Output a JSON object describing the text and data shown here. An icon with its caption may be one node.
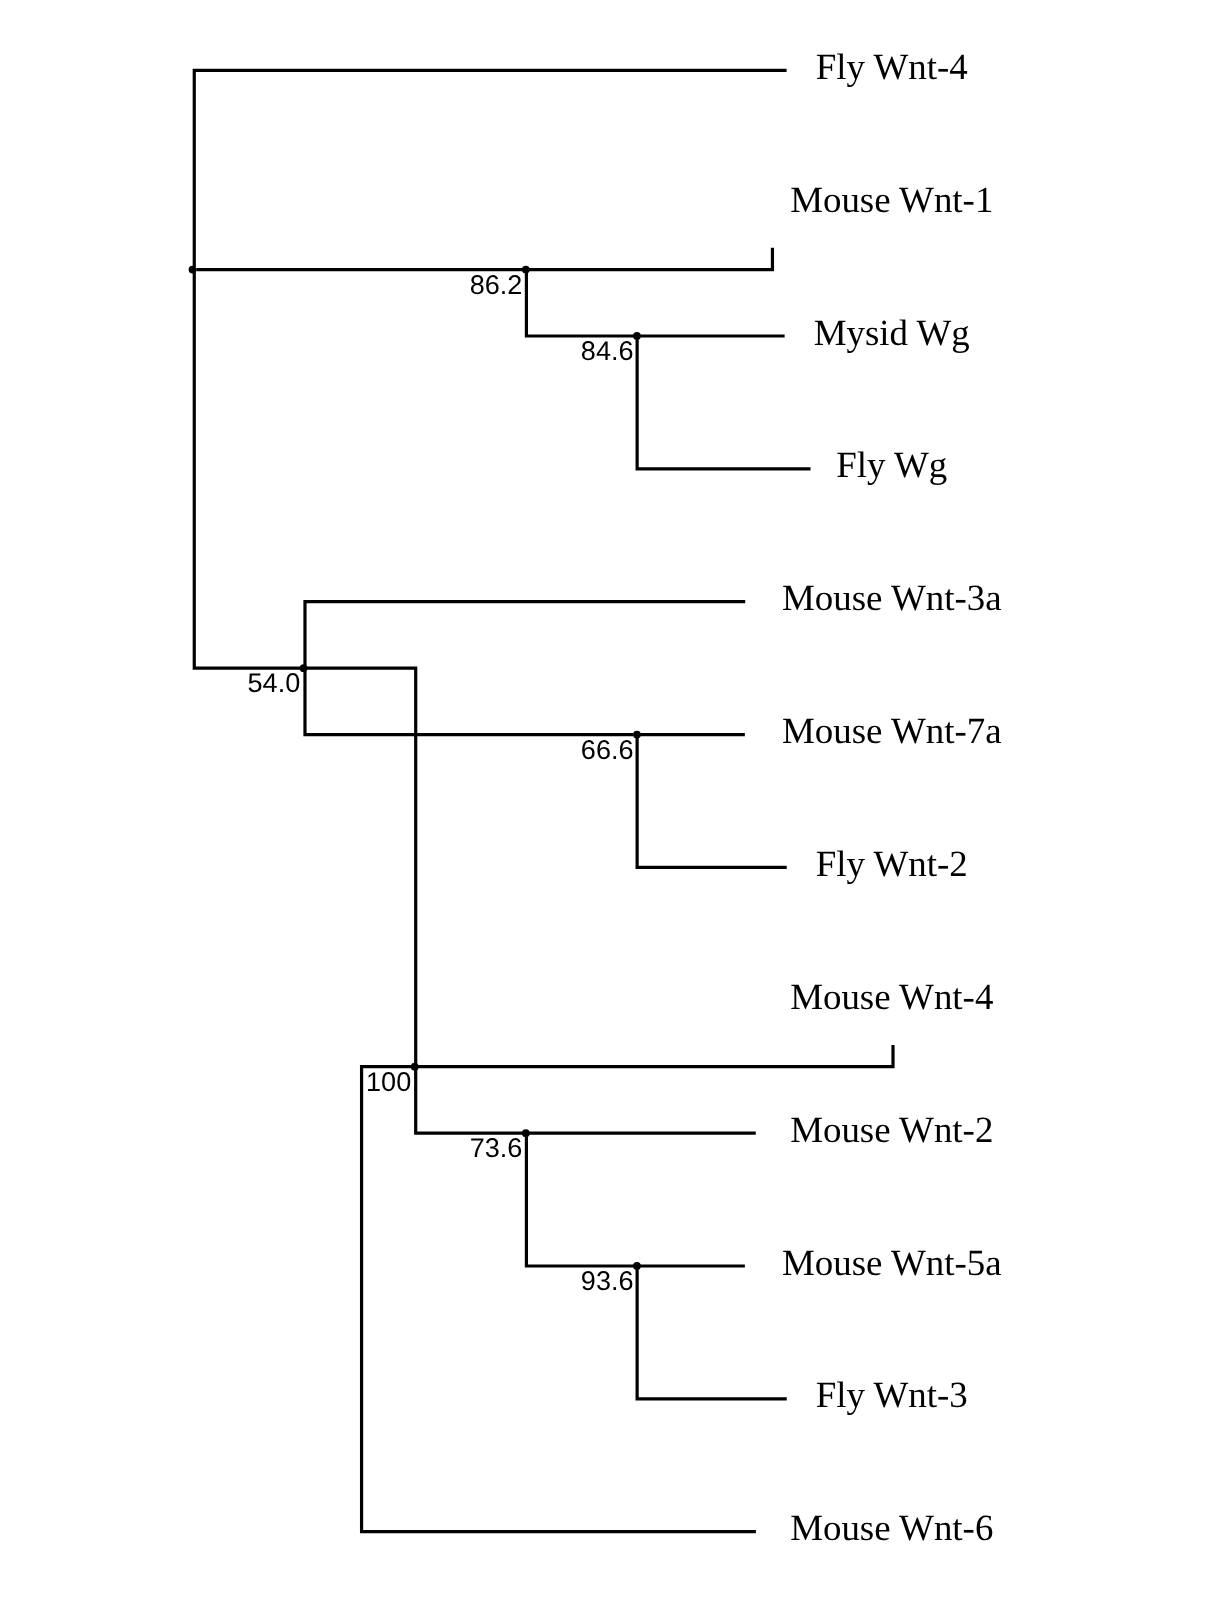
{
  "diagram": {
    "nodes": [
      {
        "text": [],
        "shape": "point"
      },
      {
        "text": [
          "Fly Wnt-4"
        ]
      },
      {
        "text": [],
        "shape": "point",
        "beside": [
          "86.2"
        ]
      },
      {
        "text": [
          "Mouse Wnt-1"
        ]
      },
      {
        "text": [],
        "shape": "point",
        "beside": [
          "84.6"
        ]
      },
      {
        "text": [
          "Mysid Wg"
        ]
      },
      {
        "text": [
          "Fly Wg"
        ]
      },
      {
        "text": [],
        "shape": "point",
        "beside": [
          "54.0"
        ]
      },
      {
        "text": [
          "Mouse Wnt-3a"
        ]
      },
      {
        "text": [],
        "shape": "point",
        "beside": [
          "66.6"
        ]
      },
      {
        "text": [
          "Mouse Wnt-7a"
        ]
      },
      {
        "text": [
          "Fly Wnt-2"
        ]
      },
      {
        "text": [],
        "shape": "point",
        "beside": [
          "100"
        ]
      },
      {
        "text": [
          "Mouse Wnt-4"
        ]
      },
      {
        "text": [],
        "shape": "point",
        "beside": [
          "73.6"
        ]
      },
      {
        "text": [
          "Mouse Wnt-2"
        ]
      },
      {
        "text": [],
        "shape": "point",
        "beside": [
          "93.6"
        ]
      },
      {
        "text": [
          "Mouse Wnt-5a"
        ]
      },
      {
        "text": [
          "Fly Wnt-3"
        ]
      },
      {
        "text": [
          "Mouse Wnt-6"
        ]
      }
    ],
    "edges": [
      {
        "from": 0,
        "to": 1,
        "arrow": "none"
      },
      {
        "from": 0,
        "to": 2,
        "arrow": "none"
      },
      {
        "from": 2,
        "to": 3,
        "arrow": "none"
      },
      {
        "from": 2,
        "to": 4,
        "arrow": "none"
      },
      {
        "from": 4,
        "to": 5,
        "arrow": "none"
      },
      {
        "from": 4,
        "to": 6,
        "arrow": "none"
      },
      {
        "from": 0,
        "to": 7,
        "arrow": "none"
      },
      {
        "from": 7,
        "to": 8,
        "arrow": "none"
      },
      {
        "from": 7,
        "to": 9,
        "arrow": "none"
      },
      {
        "from": 9,
        "to": 10,
        "arrow": "none"
      },
      {
        "from": 9,
        "to": 11,
        "arrow": "none"
      },
      {
        "from": 7,
        "to": 12,
        "arrow": "none"
      },
      {
        "from": 12,
        "to": 13,
        "arrow": "none"
      },
      {
        "from": 12,
        "to": 14,
        "arrow": "none"
      },
      {
        "from": 14,
        "to": 15,
        "arrow": "none"
      },
      {
        "from": 14,
        "to": 16,
        "arrow": "none"
      },
      {
        "from": 16,
        "to": 17,
        "arrow": "none"
      },
      {
        "from": 16,
        "to": 18,
        "arrow": "none"
      },
      {
        "from": 12,
        "to": 19,
        "arrow": "none"
      }
    ]
  }
}
